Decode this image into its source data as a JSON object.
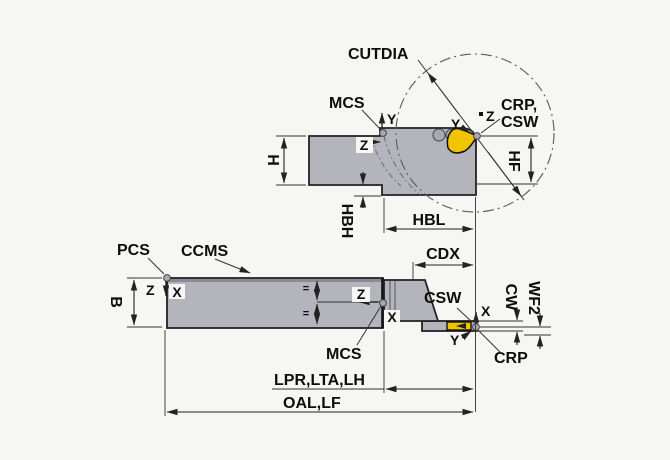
{
  "colors": {
    "background": "#f6f6f4",
    "tool_body": "#b4b4bd",
    "body_outline": "#222222",
    "insert": "#f2c400",
    "dimension_lines": "#222222",
    "text": "#0d0d0d"
  },
  "top_view": {
    "cutdia_label": "CUTDIA",
    "mcs_label": "MCS",
    "mcs_axis_y": "Y",
    "mcs_axis_z": "Z",
    "tip_axis_y": "Y",
    "tip_axis_z": "Z",
    "crp_csw_line1": "CRP,",
    "crp_csw_line2": "CSW",
    "dim_h": "H",
    "dim_hf": "HF",
    "dim_hbh": "HBH",
    "dim_hbl": "HBL"
  },
  "side_view": {
    "pcs_label": "PCS",
    "ccms_label": "CCMS",
    "dim_b": "B",
    "pcs_axis_z": "Z",
    "pcs_axis_x": "X",
    "equal_mark_top": "=",
    "equal_mark_bottom": "=",
    "mcs_axis_z": "Z",
    "mcs_axis_x": "X",
    "mcs_label": "MCS",
    "dim_cdx": "CDX",
    "csw_label": "CSW",
    "tip_axis_x": "X",
    "tip_axis_y": "Y",
    "dim_cw": "CW",
    "dim_wf2": "WF2",
    "crp_label": "CRP",
    "dim_lpr_lta_lh": "LPR,LTA,LH",
    "dim_oal_lf": "OAL,LF"
  }
}
